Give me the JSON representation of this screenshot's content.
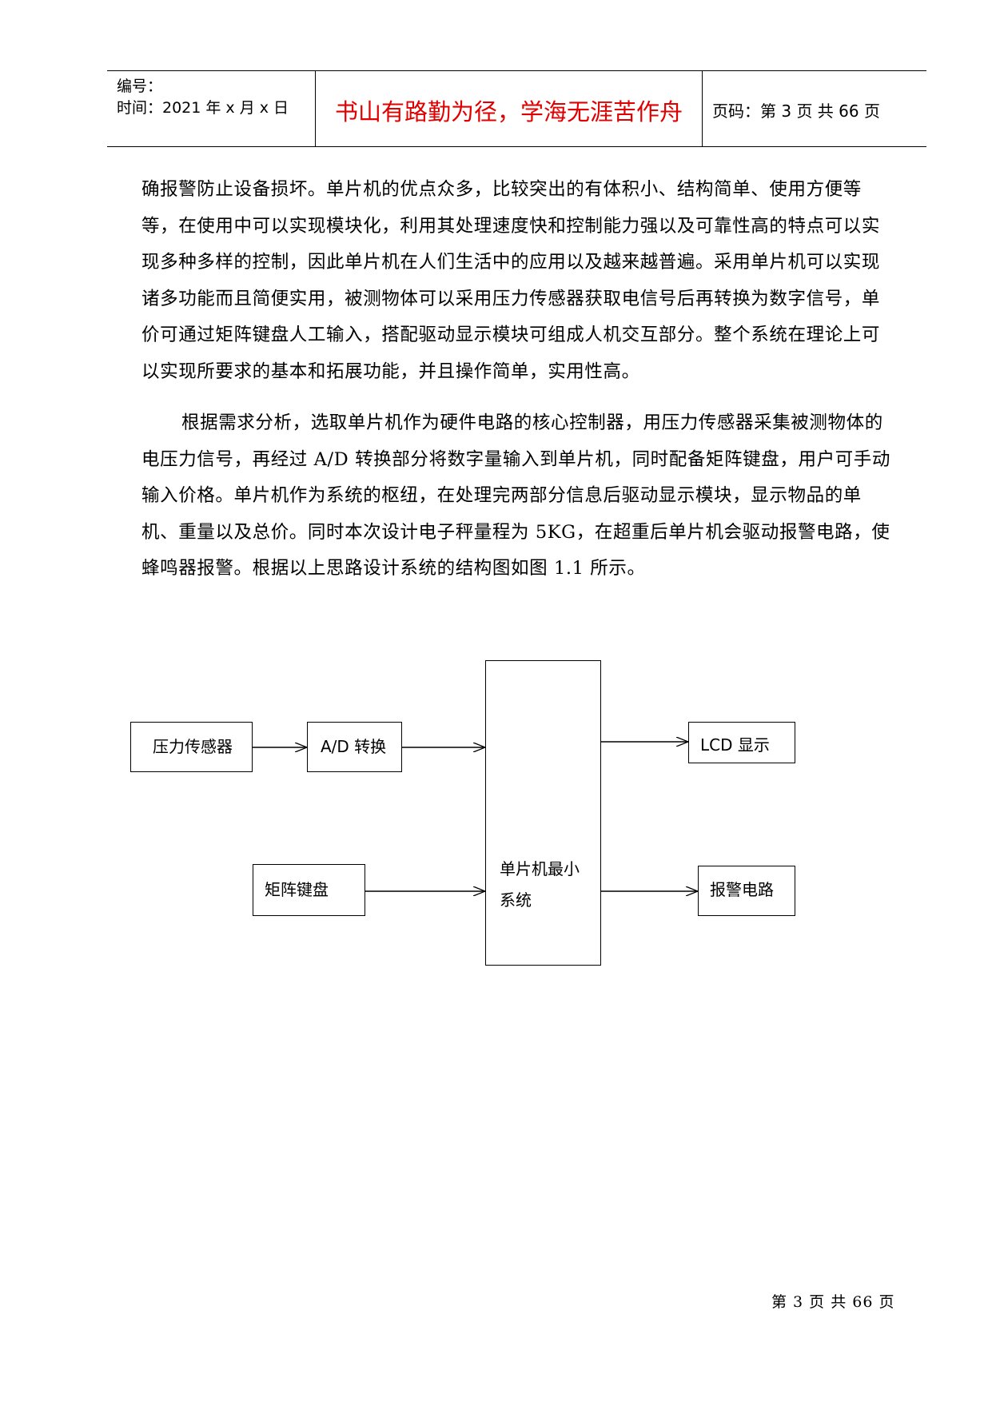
{
  "header": {
    "number_label": "编号：",
    "time_label": "时间：2021 年 x 月 x 日",
    "motto": "书山有路勤为径，学海无涯苦作舟",
    "page_info": "页码：第 3 页  共 66 页"
  },
  "body": {
    "paragraph1": "确报警防止设备损坏。单片机的优点众多，比较突出的有体积小、结构简单、使用方便等等，在使用中可以实现模块化，利用其处理速度快和控制能力强以及可靠性高的特点可以实现多种多样的控制，因此单片机在人们生活中的应用以及越来越普遍。采用单片机可以实现诸多功能而且简便实用，被测物体可以采用压力传感器获取电信号后再转换为数字信号，单价可通过矩阵键盘人工输入，搭配驱动显示模块可组成人机交互部分。整个系统在理论上可以实现所要求的基本和拓展功能，并且操作简单，实用性高。",
    "paragraph2": "根据需求分析，选取单片机作为硬件电路的核心控制器，用压力传感器采集被测物体的电压力信号，再经过 A/D 转换部分将数字量输入到单片机，同时配备矩阵键盘，用户可手动输入价格。单片机作为系统的枢纽，在处理完两部分信息后驱动显示模块，显示物品的单机、重量以及总价。同时本次设计电子秤量程为 5KG，在超重后单片机会驱动报警电路，使蜂鸣器报警。根据以上思路设计系统的结构图如图 1.1 所示。"
  },
  "diagram": {
    "pressure_sensor": "压力传感器",
    "ad_converter": "A/D 转换",
    "mcu_line1": "单片机最小",
    "mcu_line2": "系统",
    "keypad": "矩阵键盘",
    "lcd": "LCD 显示",
    "alarm": "报警电路"
  },
  "footer": {
    "page_number": "第 3 页 共 66 页"
  }
}
